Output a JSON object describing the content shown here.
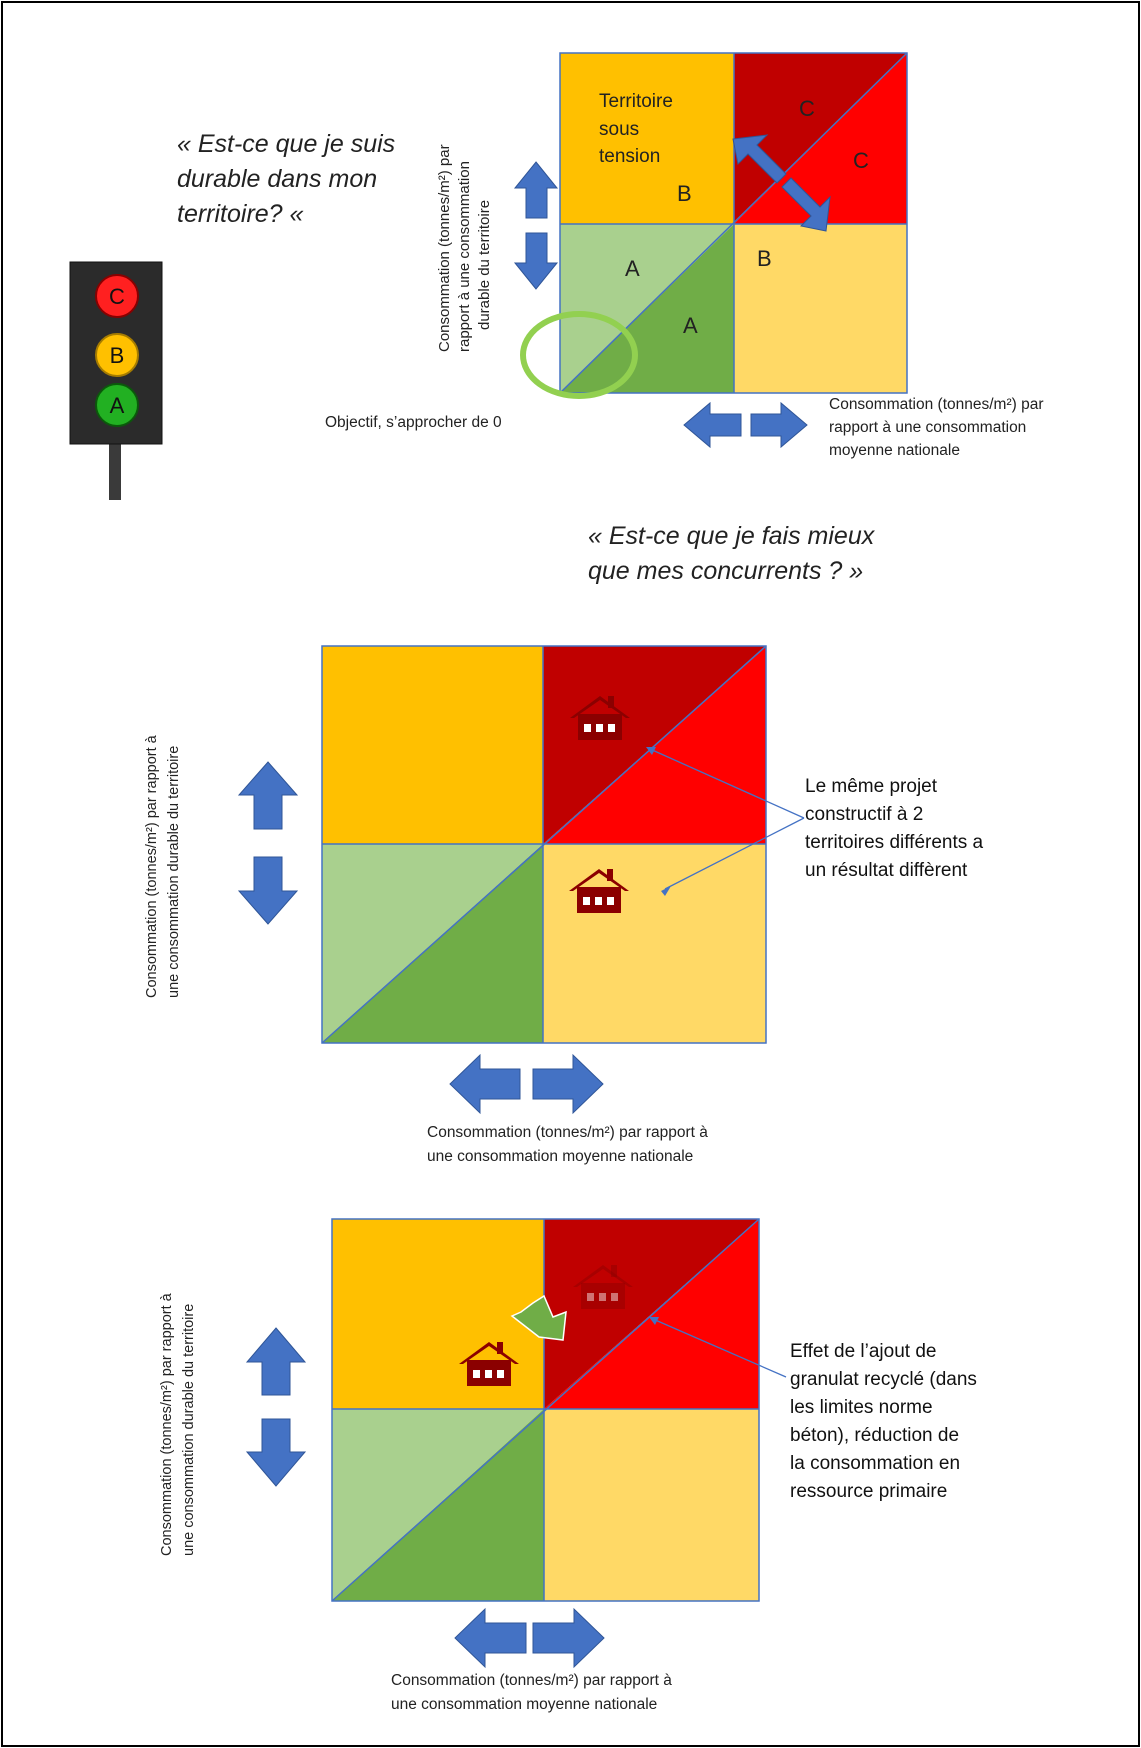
{
  "colors": {
    "dark_red": "#C00000",
    "red": "#FF0000",
    "orange": "#FFC000",
    "light_yellow": "#FFD966",
    "light_green": "#A9D08E",
    "green": "#70AD47",
    "arrow_blue": "#4472C4",
    "circle_green": "#92D050",
    "border": "#4472C4",
    "house": "#8B0000"
  },
  "traffic_light": {
    "top": "C",
    "middle": "B",
    "bottom": "A"
  },
  "section1": {
    "question": "« Est-ce que je suis durable dans mon territoire? «",
    "cells": {
      "top_left_label_1": "Territoire",
      "top_left_label_2": "sous",
      "top_left_label_3": "tension",
      "top_left_grade": "B",
      "top_right_upper_grade": "C",
      "top_right_lower_grade": "C",
      "bottom_left_upper_grade": "A",
      "bottom_left_lower_grade": "A",
      "bottom_right_grade": "B"
    },
    "y_label_1": "Consommation (tonnes/m²) par",
    "y_label_2": "rapport à une consommation",
    "y_label_3": "durable du territoire",
    "x_label_1": "Consommation (tonnes/m²) par",
    "x_label_2": "rapport à une consommation",
    "x_label_3": "moyenne nationale",
    "objective": "Objectif, s’approcher de 0"
  },
  "section2": {
    "question_line1": "« Est-ce que je fais mieux",
    "question_line2": "que mes concurrents ? »",
    "y_label_1": "Consommation (tonnes/m²) par rapport à",
    "y_label_2": "une consommation durable du territoire",
    "x_label_1": "Consommation (tonnes/m²) par rapport à",
    "x_label_2": "une consommation moyenne nationale",
    "note_lines": [
      "Le même projet",
      "constructif  à 2",
      "territoires différents a",
      "un résultat diffèrent"
    ]
  },
  "section3": {
    "y_label_1": "Consommation (tonnes/m²) par rapport à",
    "y_label_2": "une consommation durable du territoire",
    "x_label_1": "Consommation (tonnes/m²) par rapport à",
    "x_label_2": "une consommation moyenne nationale",
    "note_lines": [
      "Effet de l’ajout de",
      "granulat recyclé (dans",
      "les limites norme",
      "béton), réduction de",
      "la consommation en",
      "ressource primaire"
    ]
  }
}
